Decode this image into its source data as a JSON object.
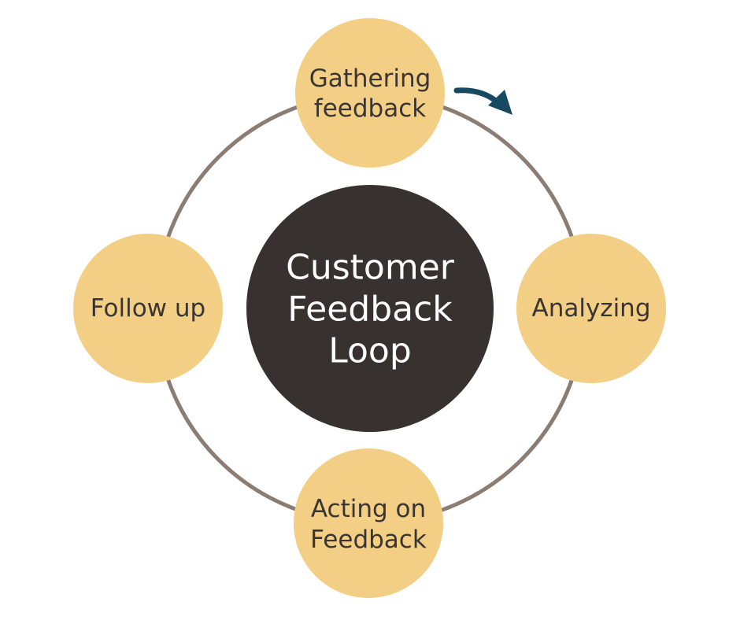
{
  "diagram": {
    "center": {
      "lines": [
        "Customer",
        "Feedback",
        "Loop"
      ]
    },
    "nodes": [
      {
        "id": "gathering",
        "lines": [
          "Gathering",
          "feedback"
        ]
      },
      {
        "id": "analyzing",
        "lines": [
          "Analyzing"
        ]
      },
      {
        "id": "acting",
        "lines": [
          "Acting on",
          "Feedback"
        ]
      },
      {
        "id": "follow-up",
        "lines": [
          "Follow up"
        ]
      }
    ]
  },
  "colors": {
    "ring": "#8b7d74",
    "node_fill": "#f2cf85",
    "node_text": "#3a3532",
    "center_fill": "#37322f",
    "center_text": "#ffffff",
    "arrow": "#174a60"
  }
}
